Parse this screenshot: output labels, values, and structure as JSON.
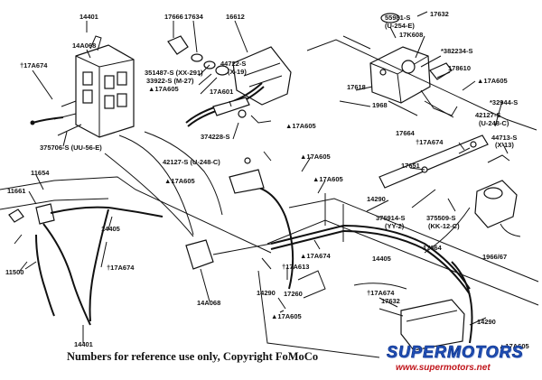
{
  "part_labels": [
    "14401",
    "14A068",
    "†17A674",
    "375706-S (UU-56-E)",
    "17666",
    "17634",
    "16612",
    "44722-S",
    "(X-19)",
    "351487-S (XX-291)",
    "33922-S (M-27)",
    "▲17A605",
    "17A601",
    "374228-S",
    "42127-S (U-248-C)",
    "▲17A605",
    "55981-S",
    "(U-254-E)",
    "17632",
    "17K608",
    "*382234-S",
    "178610",
    "17618",
    "1968",
    "▲17A605",
    "17664",
    "42127-S",
    "(U-248-C)",
    "*32944-S",
    "†17A674",
    "44713-S",
    "(X-13)",
    "17651",
    "▲17A605",
    "▲17A605",
    "14290",
    "376914-S",
    "(YY-2)",
    "375509-S",
    "(KK-12-C)",
    "17664",
    "1966/67",
    "11654",
    "11661",
    "14405",
    "†17A674",
    "11500",
    "14401",
    "14A068",
    "▲17A605",
    "†17A613",
    "▲17A674",
    "14405",
    "14290",
    "17260",
    "▲17A605",
    "†17A674",
    "17632",
    "14290",
    "▲17A605"
  ],
  "caption": "Numbers for reference use only, Copyright FoMoCo",
  "watermark": {
    "brand": "SUPERMOTORS",
    "url": "www.supermotors.net"
  },
  "colors": {
    "ink": "#111111",
    "background": "#ffffff",
    "watermark_blue": "#1f4fb8",
    "watermark_red": "#c0151b"
  }
}
